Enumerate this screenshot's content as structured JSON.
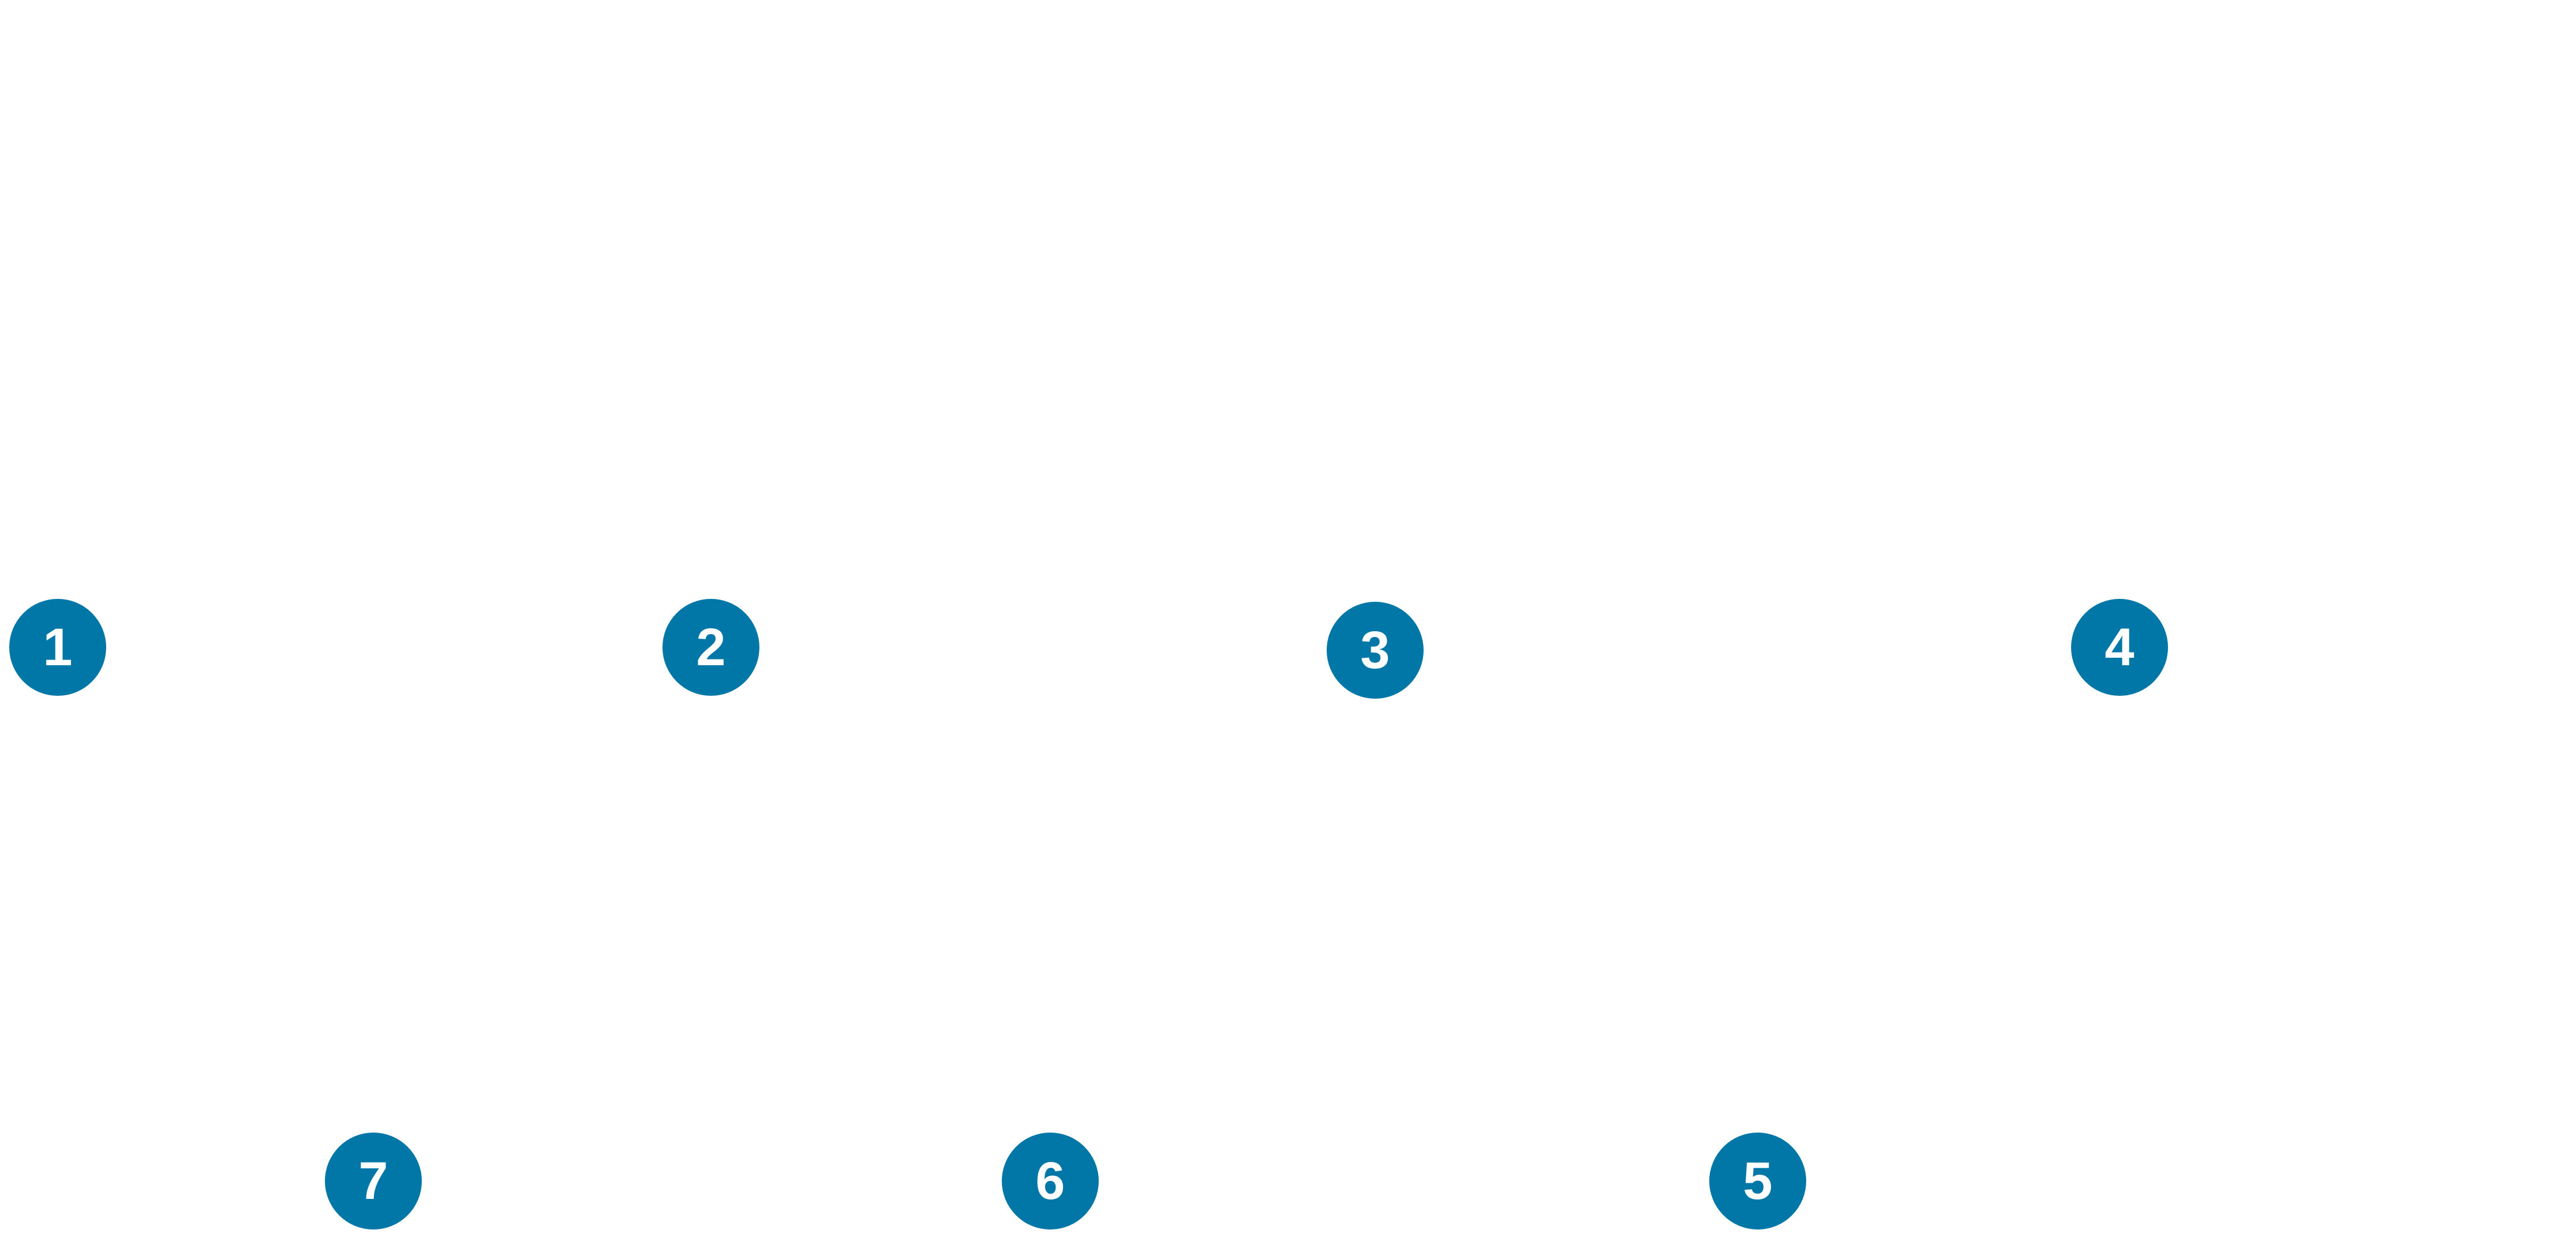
{
  "theme": {
    "background": "#ffffff",
    "marker_color": "#0077a6",
    "marker_text_color": "#ffffff"
  },
  "markers": [
    {
      "label": "1"
    },
    {
      "label": "2"
    },
    {
      "label": "3"
    },
    {
      "label": "4"
    },
    {
      "label": "5"
    },
    {
      "label": "6"
    },
    {
      "label": "7"
    }
  ]
}
